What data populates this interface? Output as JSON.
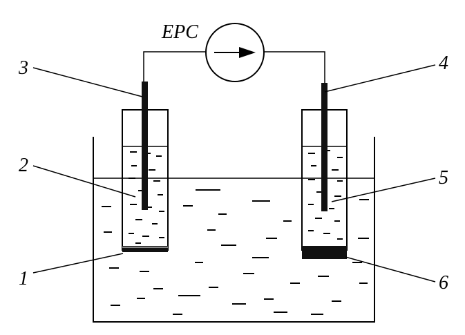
{
  "device_label": "EPC",
  "callouts": [
    "1",
    "2",
    "3",
    "4",
    "5",
    "6"
  ],
  "colors": {
    "ink": "#000000",
    "paper": "#ffffff"
  }
}
